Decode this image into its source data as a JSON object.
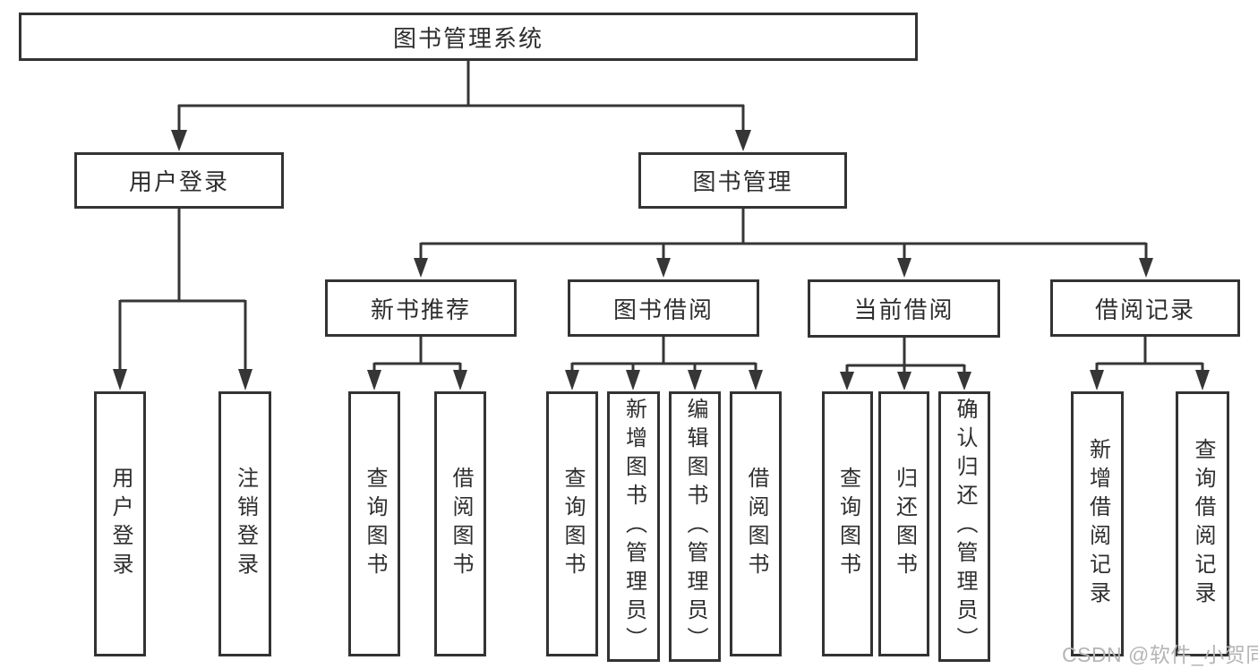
{
  "tree": {
    "root": {
      "label": "图书管理系统",
      "children": [
        {
          "label": "用户登录",
          "children": [
            {
              "label": "用户登录"
            },
            {
              "label": "注销登录"
            }
          ]
        },
        {
          "label": "图书管理",
          "children": [
            {
              "label": "新书推荐",
              "children": [
                {
                  "label": "查询图书"
                },
                {
                  "label": "借阅图书"
                }
              ]
            },
            {
              "label": "图书借阅",
              "children": [
                {
                  "label": "查询图书"
                },
                {
                  "label": "新增图书（管理员）"
                },
                {
                  "label": "编辑图书（管理员）"
                },
                {
                  "label": "借阅图书"
                }
              ]
            },
            {
              "label": "当前借阅",
              "children": [
                {
                  "label": "查询图书"
                },
                {
                  "label": "归还图书"
                },
                {
                  "label": "确认归还（管理员）"
                }
              ]
            },
            {
              "label": "借阅记录",
              "children": [
                {
                  "label": "新增借阅记录"
                },
                {
                  "label": "查询借阅记录"
                }
              ]
            }
          ]
        }
      ]
    }
  },
  "watermark": {
    "text": "CSDN @软件_小贺同学"
  },
  "colors": {
    "line": "#363636",
    "box_border": "#333333",
    "text": "#2e2e2e",
    "watermark": "#b5b5b5",
    "background": "#ffffff"
  }
}
